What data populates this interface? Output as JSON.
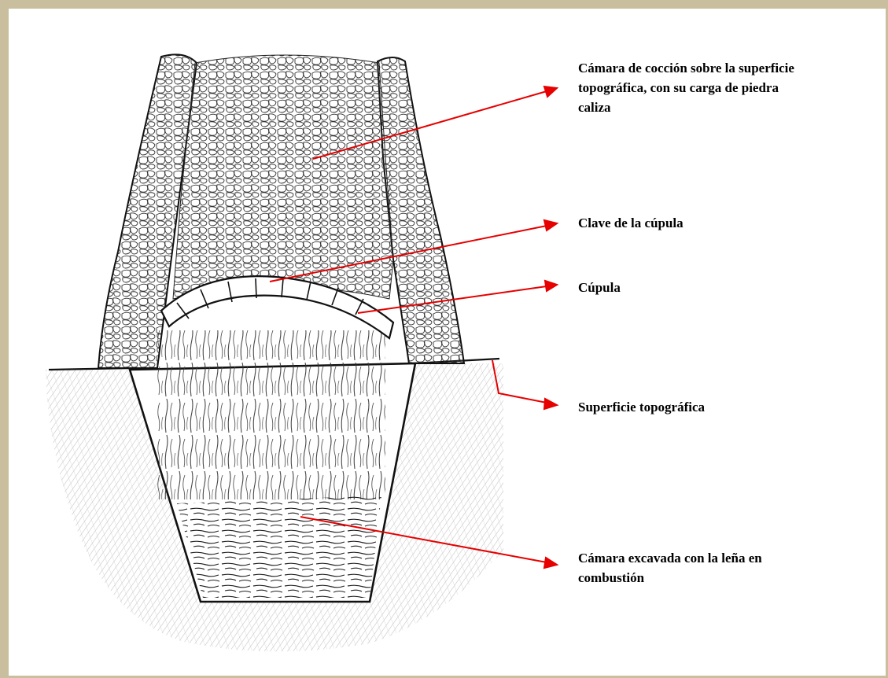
{
  "colors": {
    "frame": "#c9bf9f",
    "arrow": "#e60000",
    "ink": "#111111",
    "soil_shading": "#d8d8d8"
  },
  "labels": {
    "chamber": "Cámara de cocción sobre la superficie topográfica, con su carga de piedra caliza",
    "keystone": "Clave de la cúpula",
    "dome": "Cúpula",
    "surface": "Superficie topográfica",
    "pit": "Cámara excavada con la leña en combustión"
  }
}
